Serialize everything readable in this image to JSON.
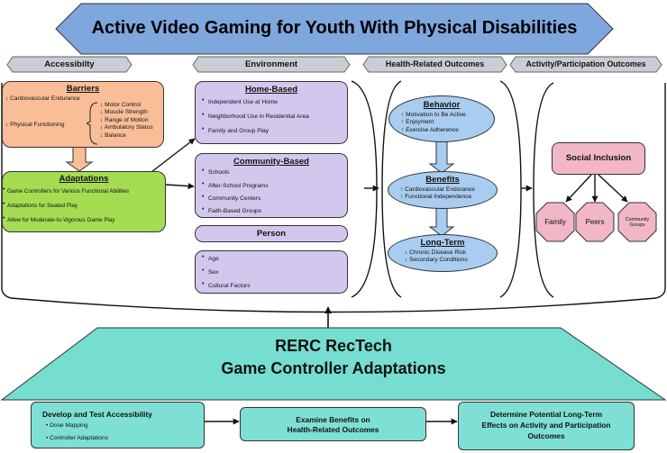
{
  "title": "Active Video Gaming for Youth With Physical Disabilities",
  "headers": {
    "accessibility": "Accessibilty",
    "environment": "Environment",
    "health": "Health-Related Outcomes",
    "activity": "Activity/Participation Outcomes"
  },
  "barriers": {
    "title": "Barriers",
    "cardio": "↓ Cardiovascular Endurance",
    "physical": "↓ Physical Functioning",
    "sub": [
      "↓ Motor Control",
      "↓ Muscle Strength",
      "↓ Range of Motion",
      "↓ Ambulatory Status",
      "↓ Balance"
    ]
  },
  "adaptations": {
    "title": "Adaptations",
    "items": [
      "Game Controllers for Various Functional Abilities",
      "Adaptations for Seated Play",
      "Allow for Moderate-to-Vigorous Game Play"
    ]
  },
  "home": {
    "title": "Home-Based",
    "items": [
      "Independent Use at Home",
      "Neighborhood Use in Residential Area",
      "Family and Group Play"
    ]
  },
  "community": {
    "title": "Community-Based",
    "items": [
      "Schools",
      "After-School Programs",
      "Community Centers",
      "Faith-Based Groups"
    ]
  },
  "person": {
    "title": "Person",
    "items": [
      "Age",
      "Sex",
      "Cultural Factors"
    ]
  },
  "behavior": {
    "title": "Behavior",
    "items": [
      "↑ Motivation to Be Active",
      "↑ Enjoyment",
      "↑ Exercise Adherence"
    ]
  },
  "benefits": {
    "title": "Benefits",
    "items": [
      "↑ Cardiovascular Endurance",
      "↑ Functional Independence"
    ]
  },
  "longterm": {
    "title": "Long-Term",
    "items": [
      "↓ Chronic Disease Risk",
      "↓ Secondary Conditions"
    ]
  },
  "social": {
    "title": "Social Inclusion",
    "family": "Family",
    "peers": "Peers",
    "groups_line1": "Community",
    "groups_line2": "Groups"
  },
  "rerc": {
    "line1": "RERC RecTech",
    "line2": "Game Controller Adaptations"
  },
  "bottom": {
    "develop_title": "Develop and Test Accessibility",
    "develop_items": [
      "Dose Mapping",
      "Controller Adaptations"
    ],
    "examine_line1": "Examine Benefits on",
    "examine_line2": "Health-Related Outcomes",
    "determine_line1": "Determine Potential Long-Term",
    "determine_line2": "Effects on Activity and Participation",
    "determine_line3": "Outcomes"
  },
  "colors": {
    "title_fill": "#7ea7dd",
    "header_fill": "#c8ced4",
    "barriers_fill": "#f9be98",
    "adaptations_fill": "#a4dc52",
    "environment_fill": "#d4c7ee",
    "outcome_fill": "#a9cdf0",
    "social_fill": "#f1b7c7",
    "rerc_fill": "#76ded0",
    "bottom_fill": "#7ee0d4"
  }
}
